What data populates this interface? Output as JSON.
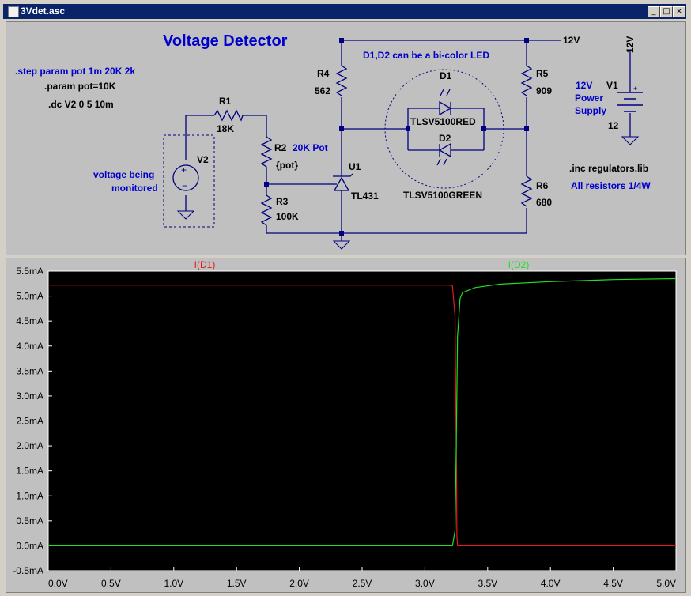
{
  "window": {
    "title": "3Vdet.asc",
    "buttons": [
      "minimize",
      "maximize",
      "close"
    ]
  },
  "schematic": {
    "title": "Voltage Detector",
    "directives": [
      ".step param pot 1m 20K 2k",
      ".param pot=10K",
      ".dc V2 0 5 10m"
    ],
    "note_led": "D1,D2 can be a bi-color LED",
    "net_label_12v": "12V",
    "components": {
      "R1": {
        "ref": "R1",
        "value": "18K"
      },
      "R2": {
        "ref": "R2",
        "value": "{pot}",
        "desc": "20K Pot"
      },
      "R3": {
        "ref": "R3",
        "value": "100K"
      },
      "R4": {
        "ref": "R4",
        "value": "562"
      },
      "R5": {
        "ref": "R5",
        "value": "909"
      },
      "R6": {
        "ref": "R6",
        "value": "680"
      },
      "D1": {
        "ref": "D1",
        "value": "TLSV5100RED"
      },
      "D2": {
        "ref": "D2",
        "value": "TLSV5100GREEN"
      },
      "U1": {
        "ref": "U1",
        "value": "TL431"
      },
      "V1": {
        "ref": "V1",
        "value": "12",
        "top_label": "12V",
        "desc_lines": [
          "12V",
          "Power",
          "Supply"
        ]
      },
      "V2": {
        "ref": "V2",
        "desc_lines": [
          "voltage being",
          "monitored"
        ]
      }
    },
    "inc_directive": ".inc regulators.lib",
    "note_resistors": "All resistors 1/4W"
  },
  "colors": {
    "schematic_bg": "#c0c0c0",
    "wire": "#000080",
    "comment_text": "#0000cd",
    "plot_bg": "#000000",
    "trace_d1": "#e81818",
    "trace_d2": "#22dd22"
  },
  "chart_data": {
    "type": "line",
    "x_ticks": [
      "0.0V",
      "0.5V",
      "1.0V",
      "1.5V",
      "2.0V",
      "2.5V",
      "3.0V",
      "3.5V",
      "4.0V",
      "4.5V",
      "5.0V"
    ],
    "y_ticks": [
      "5.5mA",
      "5.0mA",
      "4.5mA",
      "4.0mA",
      "3.5mA",
      "3.0mA",
      "2.5mA",
      "2.0mA",
      "1.5mA",
      "1.0mA",
      "0.5mA",
      "0.0mA",
      "-0.5mA"
    ],
    "xlim": [
      0,
      5.0
    ],
    "ylim": [
      -0.5,
      5.5
    ],
    "grid": false,
    "series": [
      {
        "name": "I(D1)",
        "color": "#e81818",
        "x": [
          0.0,
          3.2,
          3.22,
          3.24,
          3.25,
          3.255,
          3.26,
          5.0
        ],
        "y": [
          5.22,
          5.22,
          5.2,
          4.6,
          2.0,
          0.2,
          0.0,
          0.0
        ]
      },
      {
        "name": "I(D2)",
        "color": "#22dd22",
        "x": [
          0.0,
          3.22,
          3.24,
          3.25,
          3.26,
          3.28,
          3.3,
          3.4,
          3.6,
          4.0,
          4.5,
          5.0
        ],
        "y": [
          0.0,
          0.0,
          0.3,
          2.0,
          4.2,
          4.95,
          5.07,
          5.17,
          5.24,
          5.29,
          5.33,
          5.35
        ]
      }
    ]
  }
}
